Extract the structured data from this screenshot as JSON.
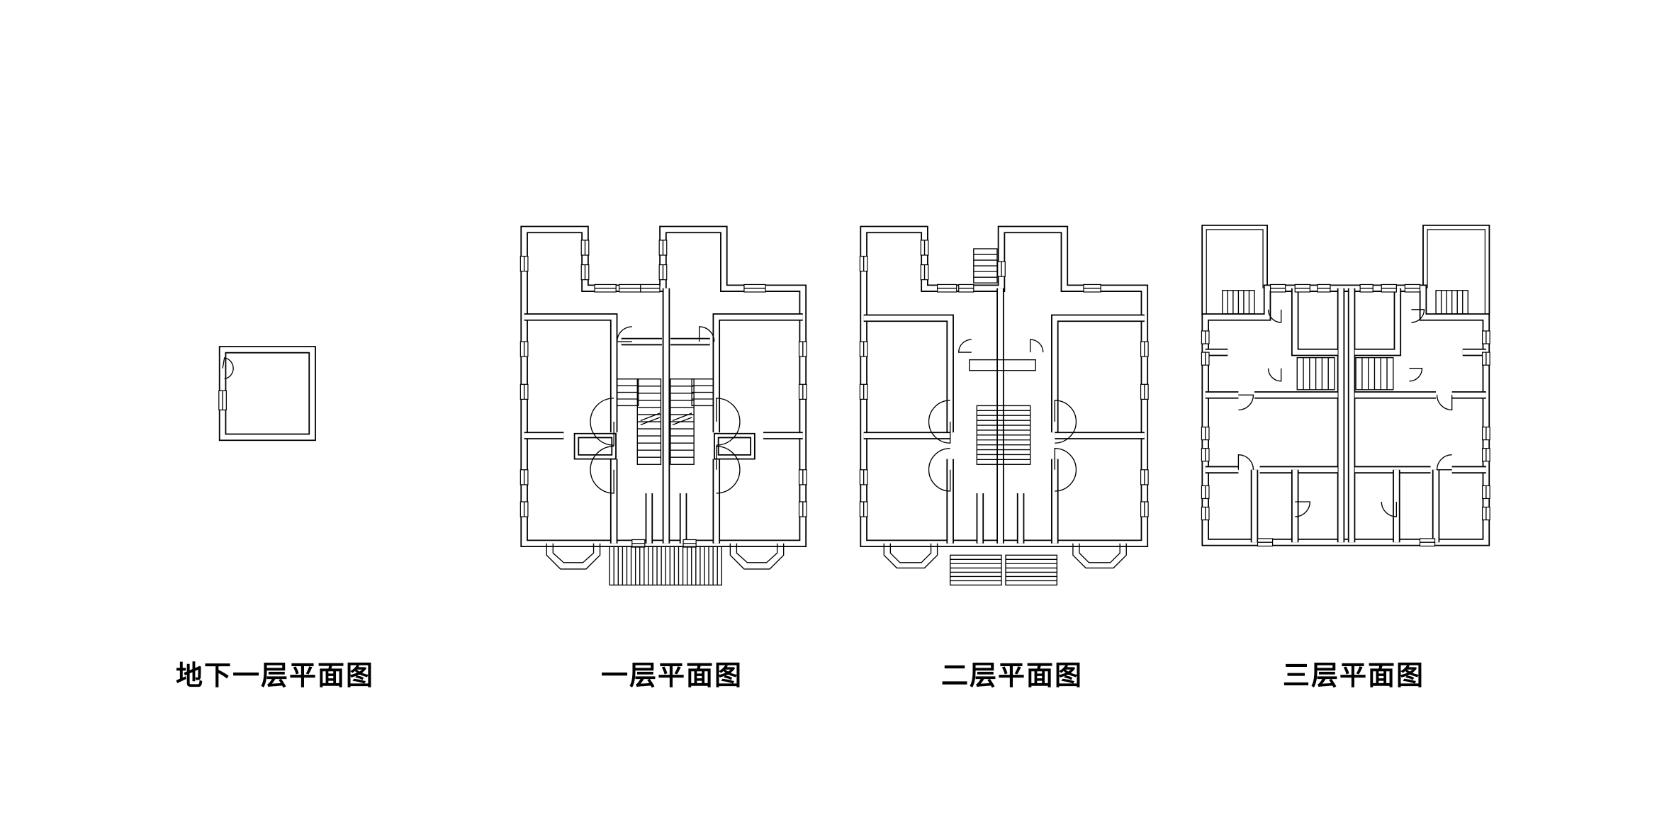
{
  "colors": {
    "line": "#000000",
    "background": "#ffffff"
  },
  "plans": [
    {
      "id": "basement",
      "label": "地下一层平面图"
    },
    {
      "id": "floor1",
      "label": "一层平面图"
    },
    {
      "id": "floor2",
      "label": "二层平面图"
    },
    {
      "id": "floor3",
      "label": "三层平面图"
    }
  ]
}
